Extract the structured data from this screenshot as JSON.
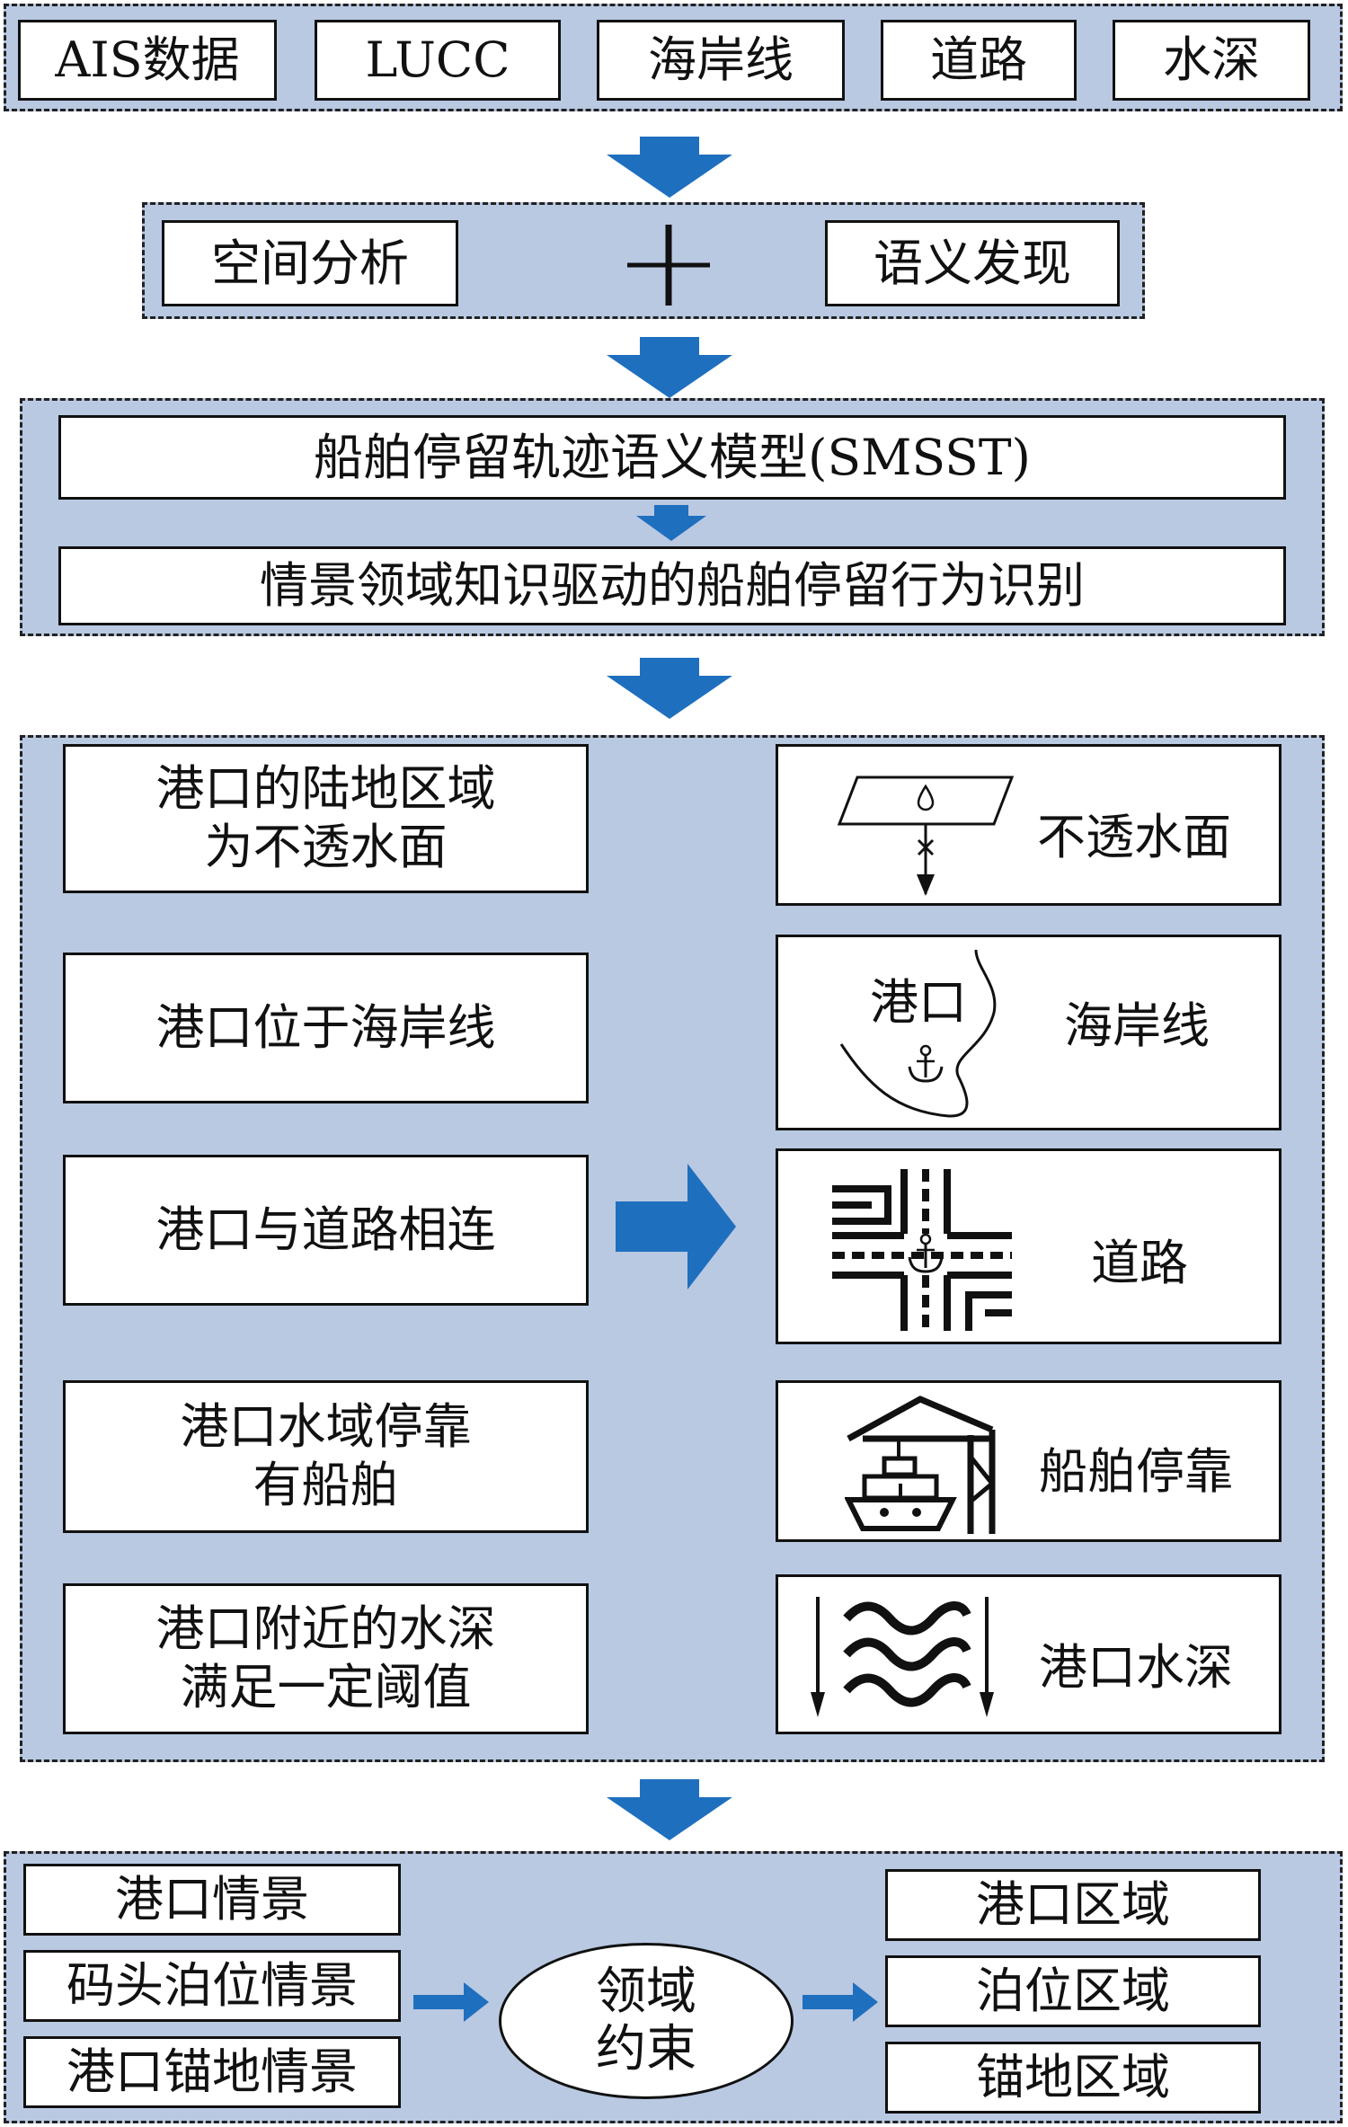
{
  "sources": [
    "AIS数据",
    "LUCC",
    "海岸线",
    "道路",
    "水深"
  ],
  "analysis": {
    "left": "空间分析",
    "right": "语义发现"
  },
  "model": {
    "title": "船舶停留轨迹语义模型(SMSST)",
    "subtitle": "情景领域知识驱动的船舶停留行为识别"
  },
  "rules": [
    {
      "text": "港口的陆地区域\n为不透水面",
      "icon": "impervious-surface-icon",
      "label": "不透水面"
    },
    {
      "text": "港口位于海岸线",
      "icon": "coastline-port-icon",
      "label": "海岸线",
      "icon_text": "港口"
    },
    {
      "text": "港口与道路相连",
      "icon": "road-junction-icon",
      "label": "道路"
    },
    {
      "text": "港口水域停靠\n有船舶",
      "icon": "ship-docking-icon",
      "label": "船舶停靠"
    },
    {
      "text": "港口附近的水深\n满足一定阈值",
      "icon": "water-depth-icon",
      "label": "港口水深"
    }
  ],
  "scenarios": [
    "港口情景",
    "码头泊位情景",
    "港口锚地情景"
  ],
  "constraint": "领域\n约束",
  "regions": [
    "港口区域",
    "泊位区域",
    "锚地区域"
  ],
  "colors": {
    "panel": "#b9c9e2",
    "arrow": "#1f6fbf",
    "border": "#111111"
  }
}
